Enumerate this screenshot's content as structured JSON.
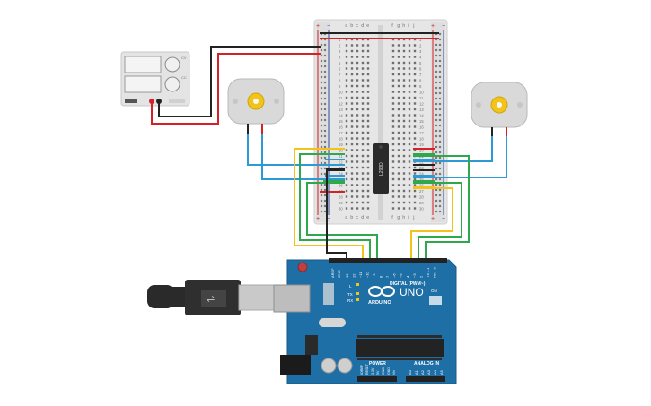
{
  "breadboard": {
    "column_letters_left": [
      "a",
      "b",
      "c",
      "d",
      "e"
    ],
    "column_letters_right": [
      "f",
      "g",
      "h",
      "i",
      "j"
    ],
    "row_numbers": [
      "1",
      "2",
      "3",
      "4",
      "5",
      "6",
      "7",
      "8",
      "9",
      "10",
      "11",
      "12",
      "13",
      "14",
      "15",
      "16",
      "17",
      "18",
      "19",
      "20",
      "21",
      "22",
      "23",
      "24",
      "25",
      "26",
      "27",
      "28",
      "29",
      "30"
    ],
    "rail_plus": "+",
    "rail_minus": "−"
  },
  "driver_chip": {
    "label": "L293D"
  },
  "power_supply": {
    "knob_labels": [
      "CV",
      "CC"
    ]
  },
  "arduino": {
    "logo_text": "ARDUINO",
    "model": "UNO",
    "digital_label": "DIGITAL (PWM~)",
    "power_label": "POWER",
    "analog_label": "ANALOG IN",
    "on_label": "ON",
    "tx_label": "TX",
    "rx_label": "RX",
    "l_label": "L",
    "aref_label": "AREF",
    "gnd_label": "GND",
    "digital_pins": [
      "13",
      "12",
      "~11",
      "~10",
      "~9",
      "8",
      "7",
      "~6",
      "~5",
      "4",
      "~3",
      "2",
      "TX→1",
      "RX←0"
    ],
    "power_pins": [
      "IOREF",
      "RESET",
      "3.3V",
      "5V",
      "GND",
      "GND",
      "Vin"
    ],
    "analog_pins": [
      "A0",
      "A1",
      "A2",
      "A3",
      "A4",
      "A5"
    ]
  },
  "colors": {
    "wire_red": "#d42027",
    "wire_black": "#222222",
    "wire_yellow": "#f2c319",
    "wire_green": "#2ea84a",
    "wire_blue": "#2d9ad6",
    "arduino_board": "#1f6fa7",
    "breadboard": "#e6e6e6"
  }
}
